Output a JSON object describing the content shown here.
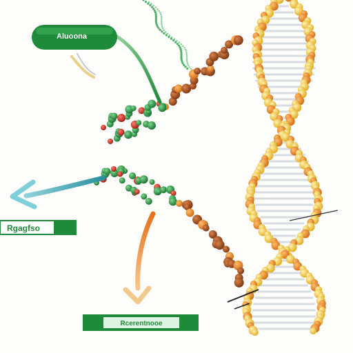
{
  "labels": {
    "top_pill": "Aluoona",
    "left_box": "Rgagfso",
    "bottom_box": "Rcerentnooe"
  },
  "colors": {
    "green": "#1f8a3a",
    "green_dark": "#166b2b",
    "brown": "#a44d1a",
    "brown_dark": "#7a3410",
    "orange": "#e8892a",
    "yellow": "#f3c63a",
    "yellow_light": "#f8de7a",
    "red": "#cc2a1e",
    "teal": "#2a9aa8",
    "arrow_orange": "#e87a1f",
    "rung": "#d9dde3"
  }
}
